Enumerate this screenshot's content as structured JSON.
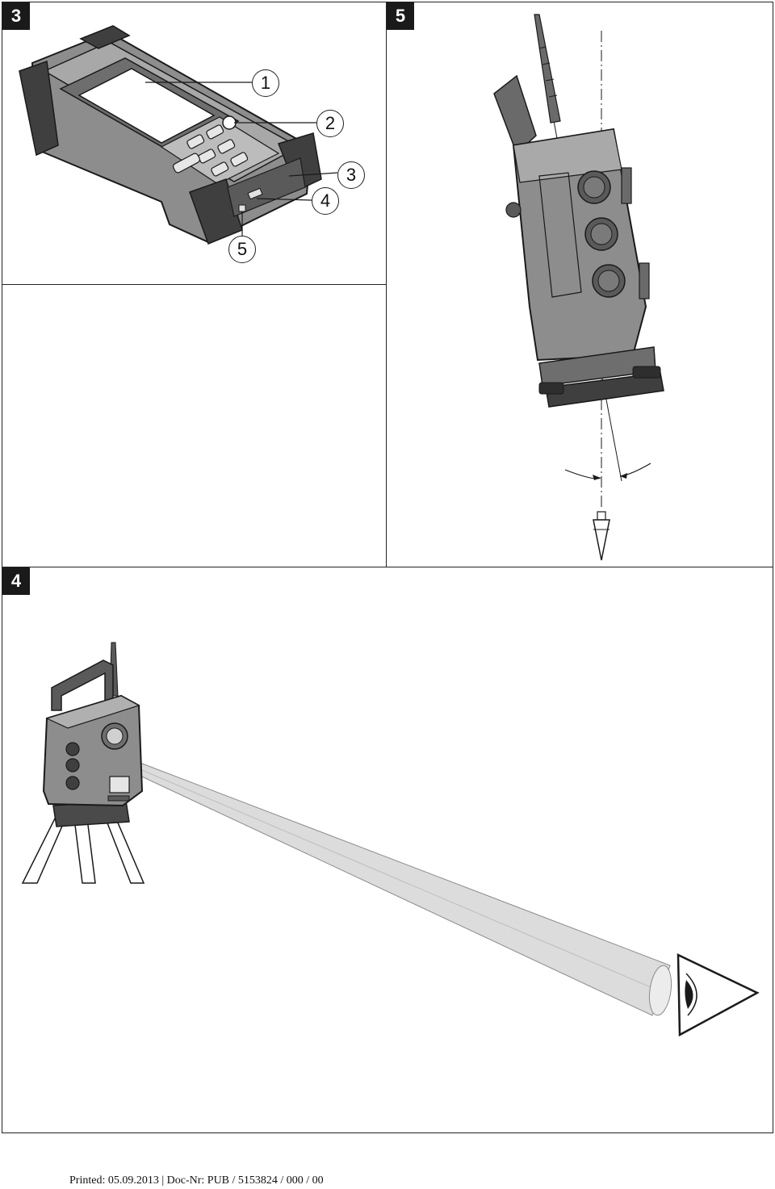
{
  "figures": [
    {
      "id": "fig3",
      "label": "3"
    },
    {
      "id": "fig5",
      "label": "5"
    },
    {
      "id": "fig4",
      "label": "4"
    }
  ],
  "callouts": [
    "1",
    "2",
    "3",
    "4",
    "5"
  ],
  "footer": {
    "text": "Printed: 05.09.2013 | Doc-Nr: PUB / 5153824 / 000 / 00"
  },
  "colors": {
    "ink": "#1a1a1a",
    "body_gray": "#8a8a8a",
    "dark_gray": "#4a4a4a",
    "light_gray": "#cfcfcf",
    "beam": "#d9d9d9"
  }
}
